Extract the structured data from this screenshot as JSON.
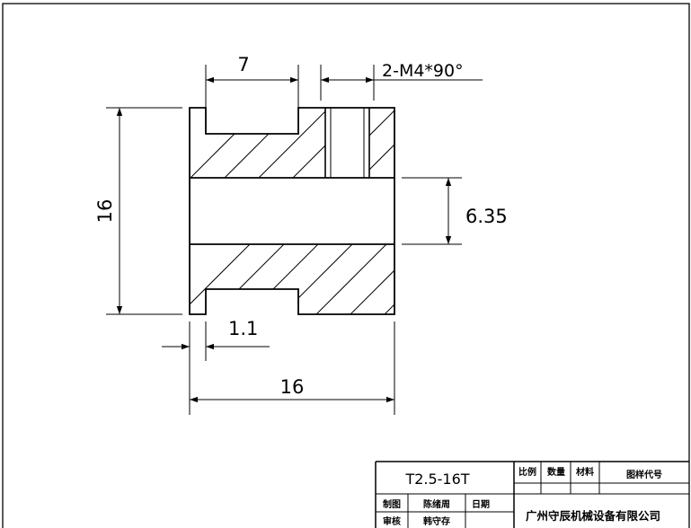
{
  "dimensions": {
    "hub_width": "7",
    "chamfer_note": "2-M4*90°",
    "height": "16",
    "bore": "6.35",
    "flange": "1.1",
    "length": "16"
  },
  "title_block": {
    "part_number": "T2.5-16T",
    "scale_label": "比例",
    "quantity_label": "数量",
    "material_label": "材料",
    "drawing_code_label": "图样代号",
    "drawn_label": "制图",
    "drawn_name": "陈绪周",
    "date_label": "日期",
    "checked_label": "审核",
    "checked_name": "韩守存",
    "company": "广州守辰机械设备有限公司"
  }
}
